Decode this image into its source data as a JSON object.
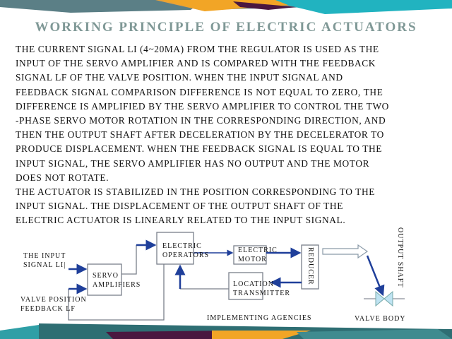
{
  "title": "WORKING PRINCIPLE OF ELECTRIC ACTUATORS",
  "paragraph_lines": [
    "THE CURRENT SIGNAL LI (4~20MA) FROM THE REGULATOR IS USED AS THE",
    "INPUT OF THE SERVO AMPLIFIER AND IS COMPARED WITH THE FEEDBACK",
    "SIGNAL LF OF THE VALVE POSITION. WHEN THE INPUT SIGNAL AND",
    "FEEDBACK SIGNAL COMPARISON DIFFERENCE IS NOT EQUAL TO ZERO, THE",
    "DIFFERENCE IS AMPLIFIED BY THE SERVO AMPLIFIER TO CONTROL THE TWO",
    "-PHASE SERVO MOTOR ROTATION IN THE CORRESPONDING DIRECTION, AND",
    "THEN THE OUTPUT SHAFT AFTER DECELERATION BY THE DECELERATOR TO",
    "PRODUCE DISPLACEMENT. WHEN THE FEEDBACK SIGNAL IS EQUAL TO THE",
    "INPUT SIGNAL, THE SERVO AMPLIFIER HAS NO OUTPUT AND THE MOTOR",
    "DOES NOT ROTATE.",
    "THE ACTUATOR IS STABILIZED IN THE POSITION CORRESPONDING TO THE",
    "INPUT SIGNAL. THE DISPLACEMENT OF THE OUTPUT SHAFT OF THE",
    "ELECTRIC ACTUATOR IS LINEARLY RELATED TO THE INPUT SIGNAL."
  ],
  "diagram": {
    "input_signal": [
      "THE INPUT",
      "SIGNAL LI|"
    ],
    "valve_feedback": [
      "VALVE POSITION",
      "FEEDBACK LF"
    ],
    "servo": [
      "SERVO",
      "AMPLIFIERS"
    ],
    "operators": [
      "ELECTRIC",
      "OPERATORS"
    ],
    "motor": [
      "ELECTRIC",
      "MOTOR"
    ],
    "location": [
      "LOCATION",
      "TRANSMITTER"
    ],
    "reducer": "REDUCER",
    "output_shaft": "OUTPUT SHAFT",
    "implementing": "IMPLEMENTING AGENCIES",
    "valve_body": "VALVE BODY"
  }
}
